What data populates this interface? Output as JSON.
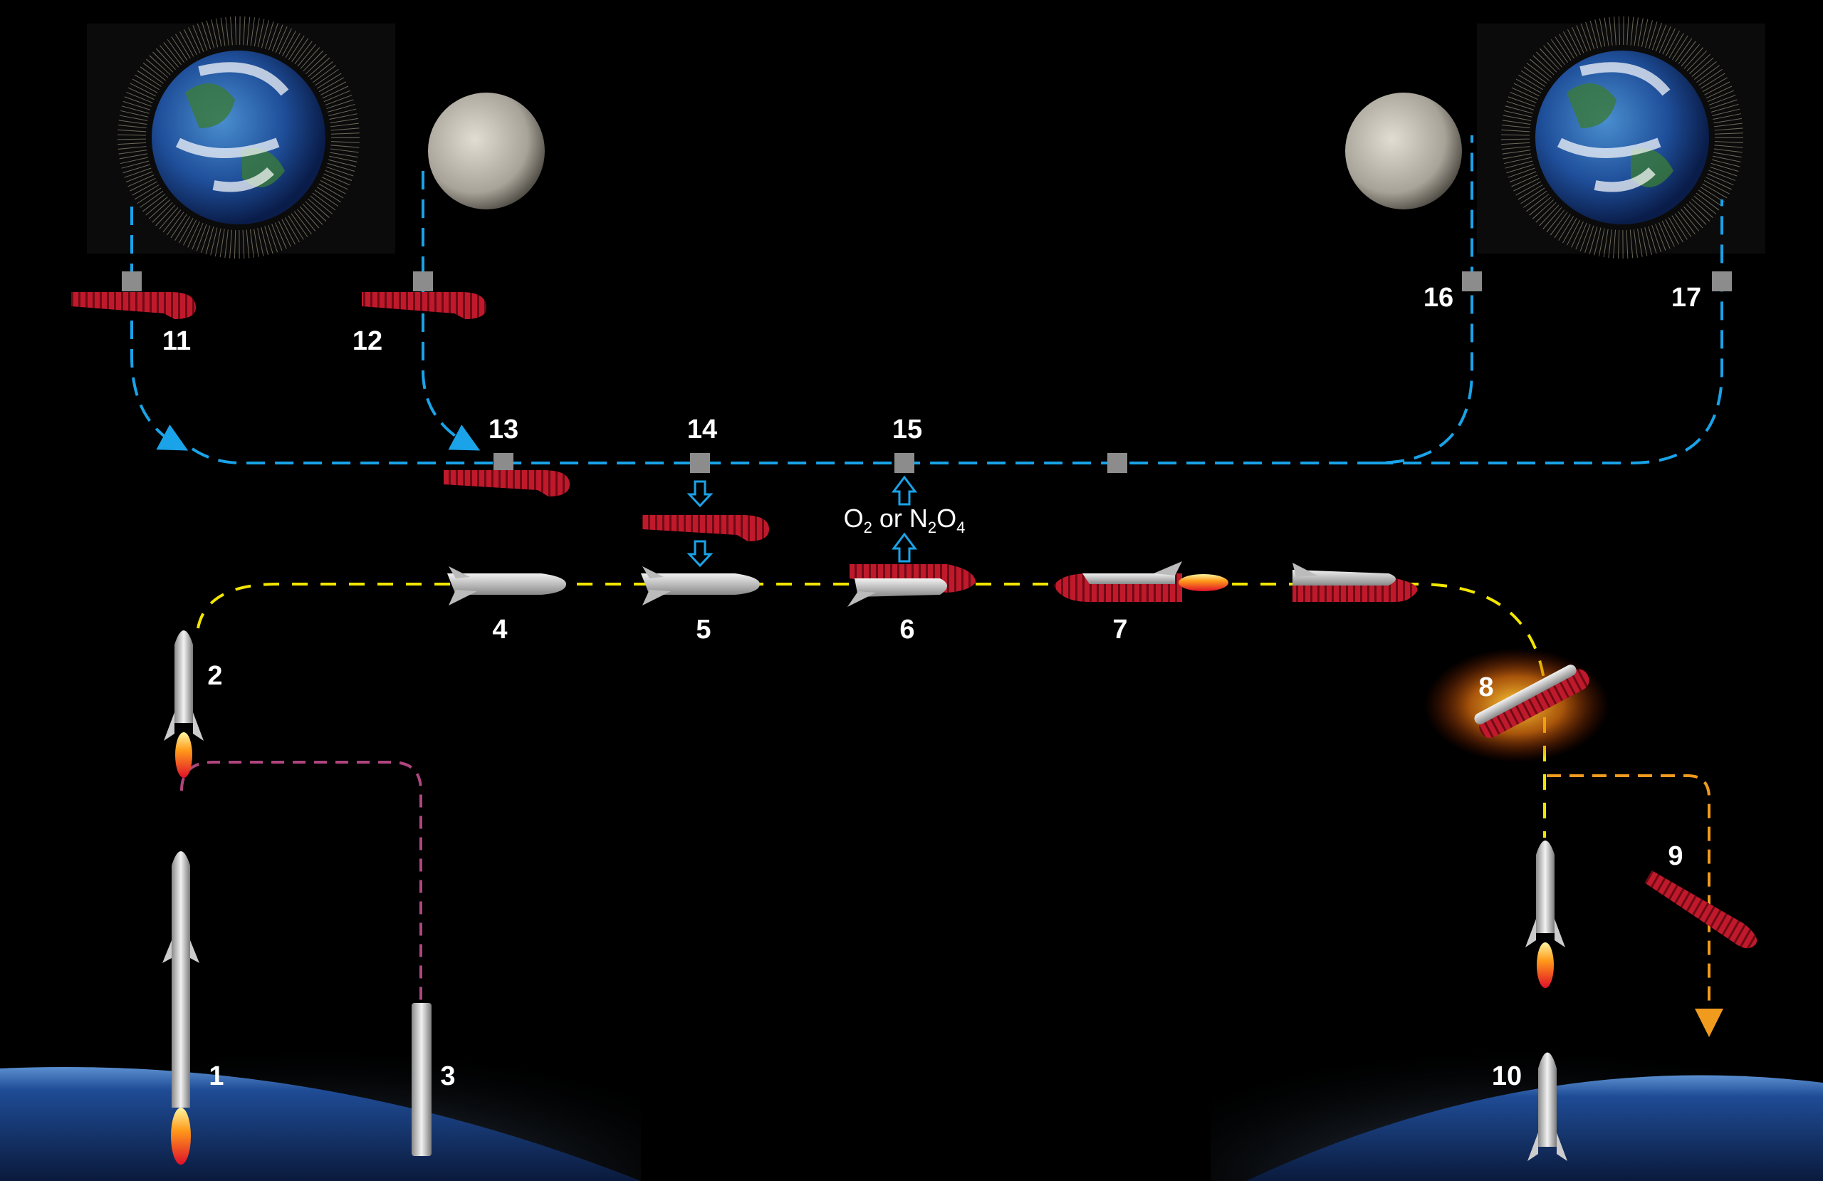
{
  "labels": {
    "step1": "1",
    "step2": "2",
    "step3": "3",
    "step4": "4",
    "step5": "5",
    "step6": "6",
    "step7": "7",
    "step8": "8",
    "step9": "9",
    "step10": "10",
    "step11": "11",
    "step12": "12",
    "step13": "13",
    "step14": "14",
    "step15": "15",
    "step16": "16",
    "step17": "17"
  },
  "propellant": {
    "o2": "O",
    "o2_sub": "2",
    "or": " or ",
    "n": "N",
    "n_sub": "2",
    "o": "O",
    "o_sub": "4"
  },
  "colors": {
    "orbit_path": "#1aa3e8",
    "launch_path": "#f2e600",
    "booster_path": "#b0457f",
    "tanker_return": "#f09a1e",
    "depot_red": "#c0192c"
  }
}
